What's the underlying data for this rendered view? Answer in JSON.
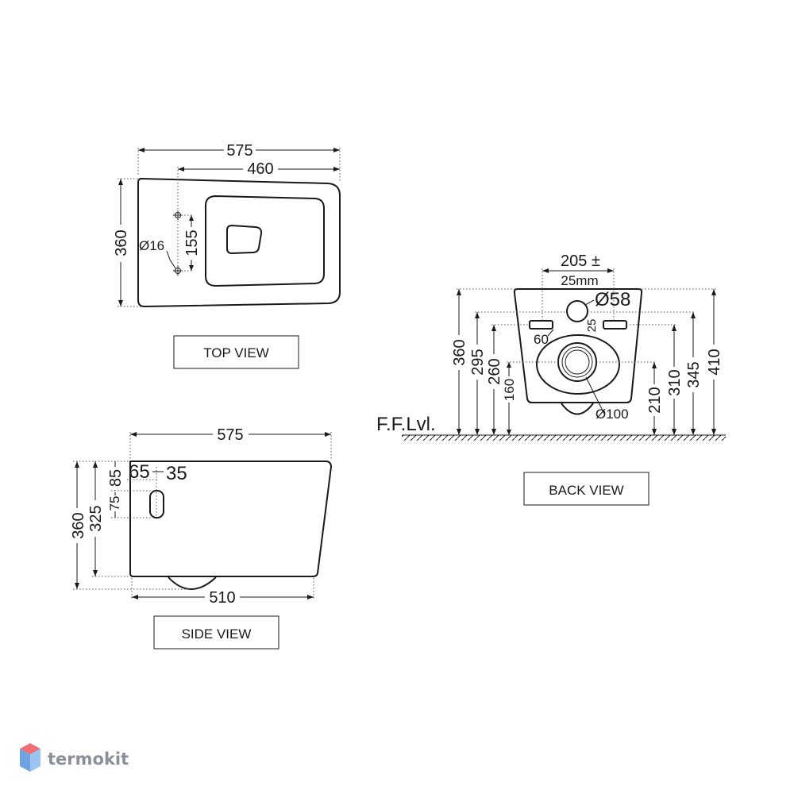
{
  "top_view": {
    "label": "TOP VIEW",
    "dim_length": "575",
    "dim_inner": "460",
    "dim_height": "360",
    "dim_holes": "155",
    "dim_hole_diameter": "Ø16"
  },
  "side_view": {
    "label": "SIDE VIEW",
    "dim_length": "575",
    "dim_base": "510",
    "dim_height": "360",
    "dim_height_inner": "325",
    "dim_85": "85",
    "dim_75": "75",
    "dim_65": "65",
    "dim_35": "35"
  },
  "back_view": {
    "label": "BACK VIEW",
    "dim_top_line1": "205 ±",
    "dim_top_line2": "25mm",
    "dim_inlet": "Ø58",
    "dim_outlet": "Ø100",
    "dim_25": "25",
    "dim_60": "60",
    "floor_label": "F.F.Lvl.",
    "left_dims": [
      "360",
      "295",
      "260",
      "160"
    ],
    "right_dims": [
      "210",
      "310",
      "345",
      "410"
    ]
  },
  "logo": {
    "text": "termokit",
    "colors": {
      "top": "#ef6f73",
      "left": "#6fa3e0",
      "right": "#9bc4f0"
    }
  }
}
